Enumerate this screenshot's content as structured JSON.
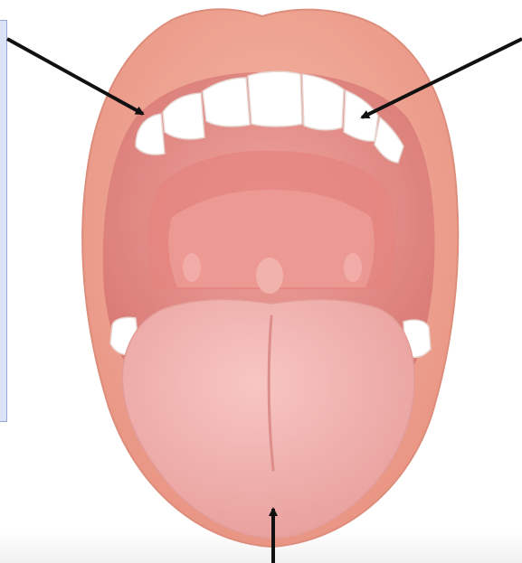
{
  "diagram": {
    "subject": "open mouth",
    "parts": [
      {
        "id": "lips",
        "name": "lips"
      },
      {
        "id": "teeth",
        "name": "teeth"
      },
      {
        "id": "tongue",
        "name": "tongue"
      },
      {
        "id": "palate",
        "name": "palate"
      },
      {
        "id": "uvula",
        "name": "uvula"
      }
    ],
    "pointers": [
      {
        "id": "arrow-lips",
        "target": "lips"
      },
      {
        "id": "arrow-teeth",
        "target": "teeth"
      },
      {
        "id": "arrow-tongue",
        "target": "tongue"
      }
    ]
  },
  "colors": {
    "lip": "#eea493",
    "lip_shadow": "#d98373",
    "mouth_cavity": "#e9948e",
    "cavity_dark": "#d8716e",
    "tongue": "#f0b1ad",
    "tooth": "#ffffff",
    "arrow": "#111111",
    "label_box_fill": "#dde3f7",
    "label_box_border": "#9aa7d6"
  }
}
